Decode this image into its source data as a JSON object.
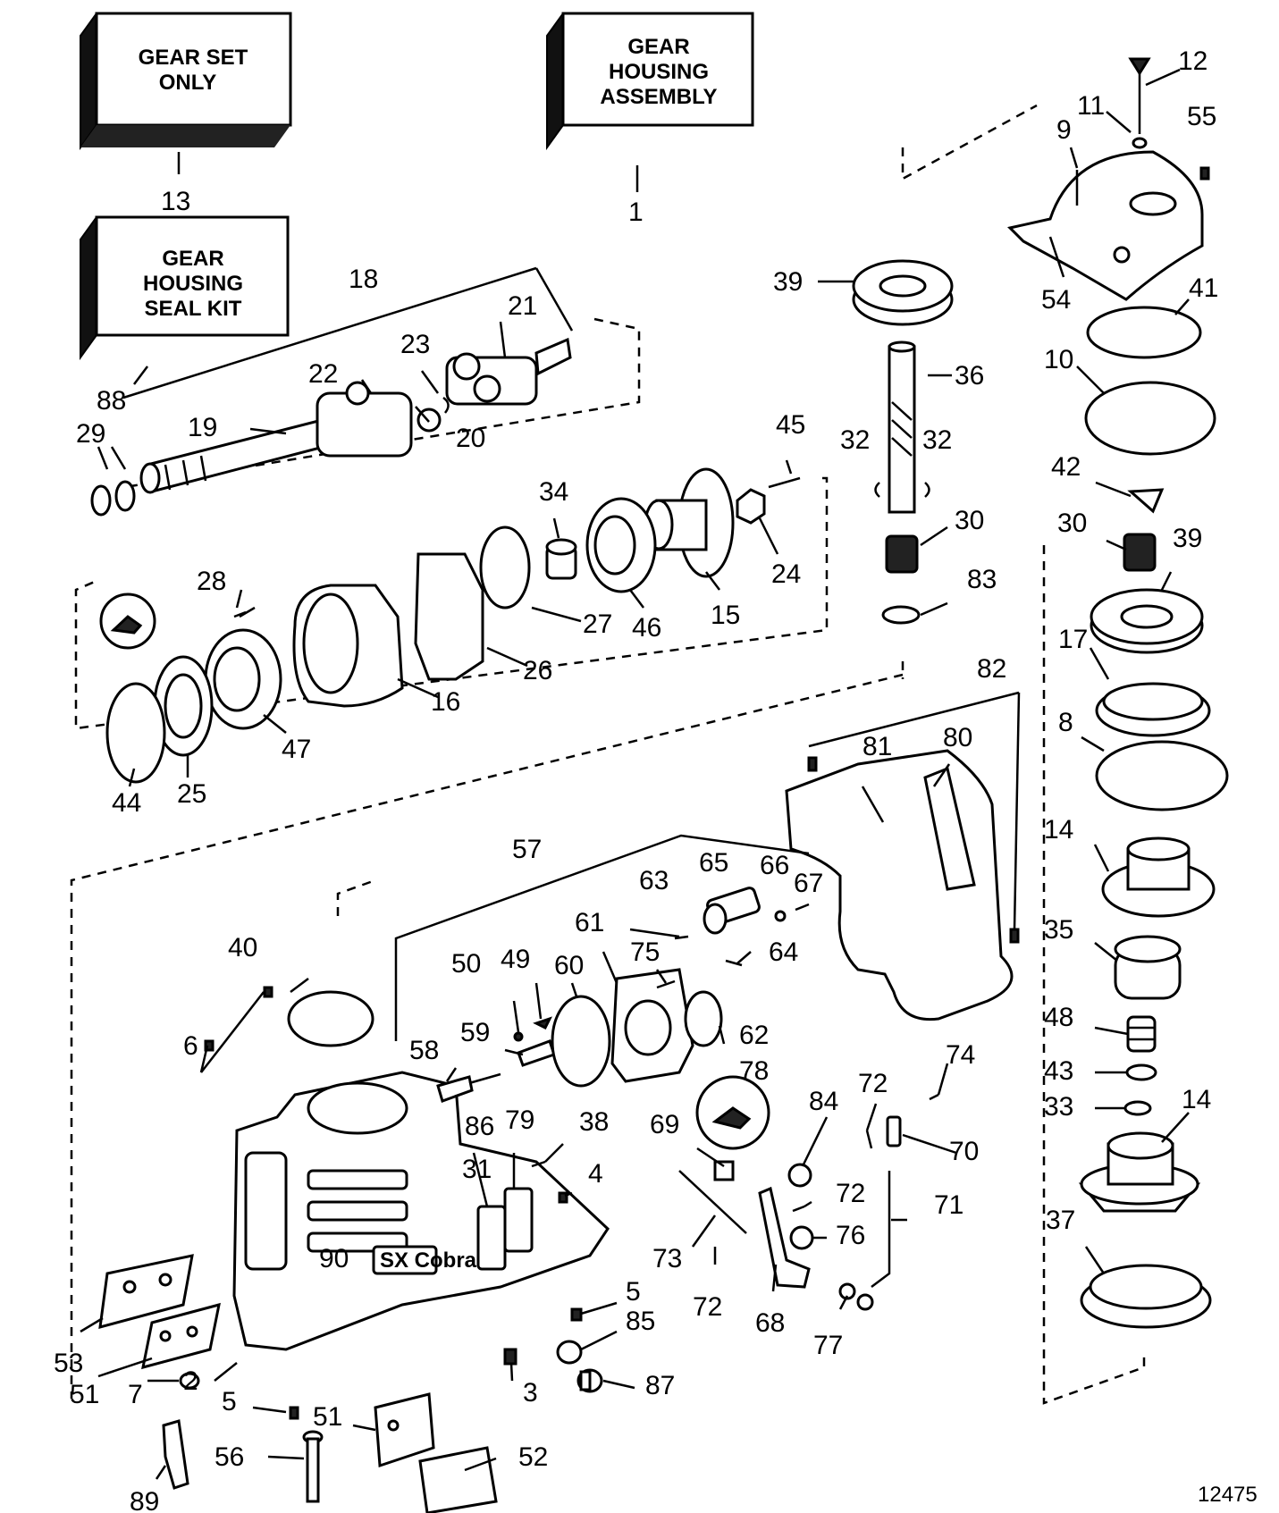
{
  "boxes": [
    {
      "id": "gear-set-only",
      "lines": [
        "GEAR SET",
        "ONLY"
      ]
    },
    {
      "id": "gear-housing-assembly",
      "lines": [
        "GEAR",
        "HOUSING",
        "ASSEMBLY"
      ]
    },
    {
      "id": "gear-housing-seal-kit",
      "lines": [
        "GEAR",
        "HOUSING",
        "SEAL KIT"
      ]
    }
  ],
  "housing_logo": "SX Cobra",
  "figure_number": "12475",
  "callouts": [
    "12",
    "11",
    "55",
    "9",
    "54",
    "41",
    "10",
    "42",
    "30",
    "39",
    "17",
    "8",
    "14",
    "35",
    "48",
    "43",
    "33",
    "14",
    "37",
    "39",
    "36",
    "32",
    "32",
    "30",
    "83",
    "82",
    "81",
    "80",
    "13",
    "1",
    "18",
    "21",
    "23",
    "22",
    "19",
    "20",
    "88",
    "29",
    "45",
    "34",
    "24",
    "15",
    "46",
    "27",
    "26",
    "28",
    "16",
    "47",
    "44",
    "25",
    "57",
    "65",
    "66",
    "67",
    "63",
    "61",
    "75",
    "64",
    "50",
    "49",
    "60",
    "62",
    "78",
    "40",
    "6",
    "58",
    "59",
    "86",
    "79",
    "38",
    "4",
    "31",
    "90",
    "69",
    "84",
    "72",
    "74",
    "70",
    "72",
    "76",
    "71",
    "73",
    "72",
    "68",
    "77",
    "5",
    "85",
    "87",
    "3",
    "53",
    "51",
    "7",
    "2",
    "5",
    "51",
    "52",
    "56",
    "89"
  ]
}
